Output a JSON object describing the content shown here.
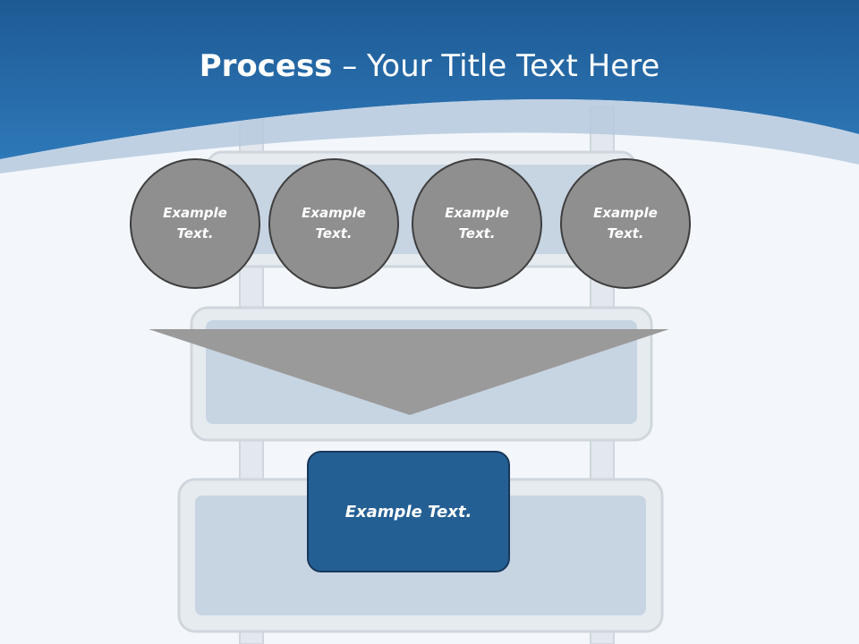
{
  "title": {
    "bold": "Process",
    "rest": " – Your Title Text Here"
  },
  "circles": [
    {
      "text": "Example Text."
    },
    {
      "text": "Example Text."
    },
    {
      "text": "Example Text."
    },
    {
      "text": "Example Text."
    }
  ],
  "result": {
    "text": "Example Text."
  },
  "colors": {
    "header_blue": "#2a70ad",
    "circle_fill": "#8f8f8f",
    "arrow_fill": "#9a9a9a",
    "box_fill": "#245f94"
  }
}
